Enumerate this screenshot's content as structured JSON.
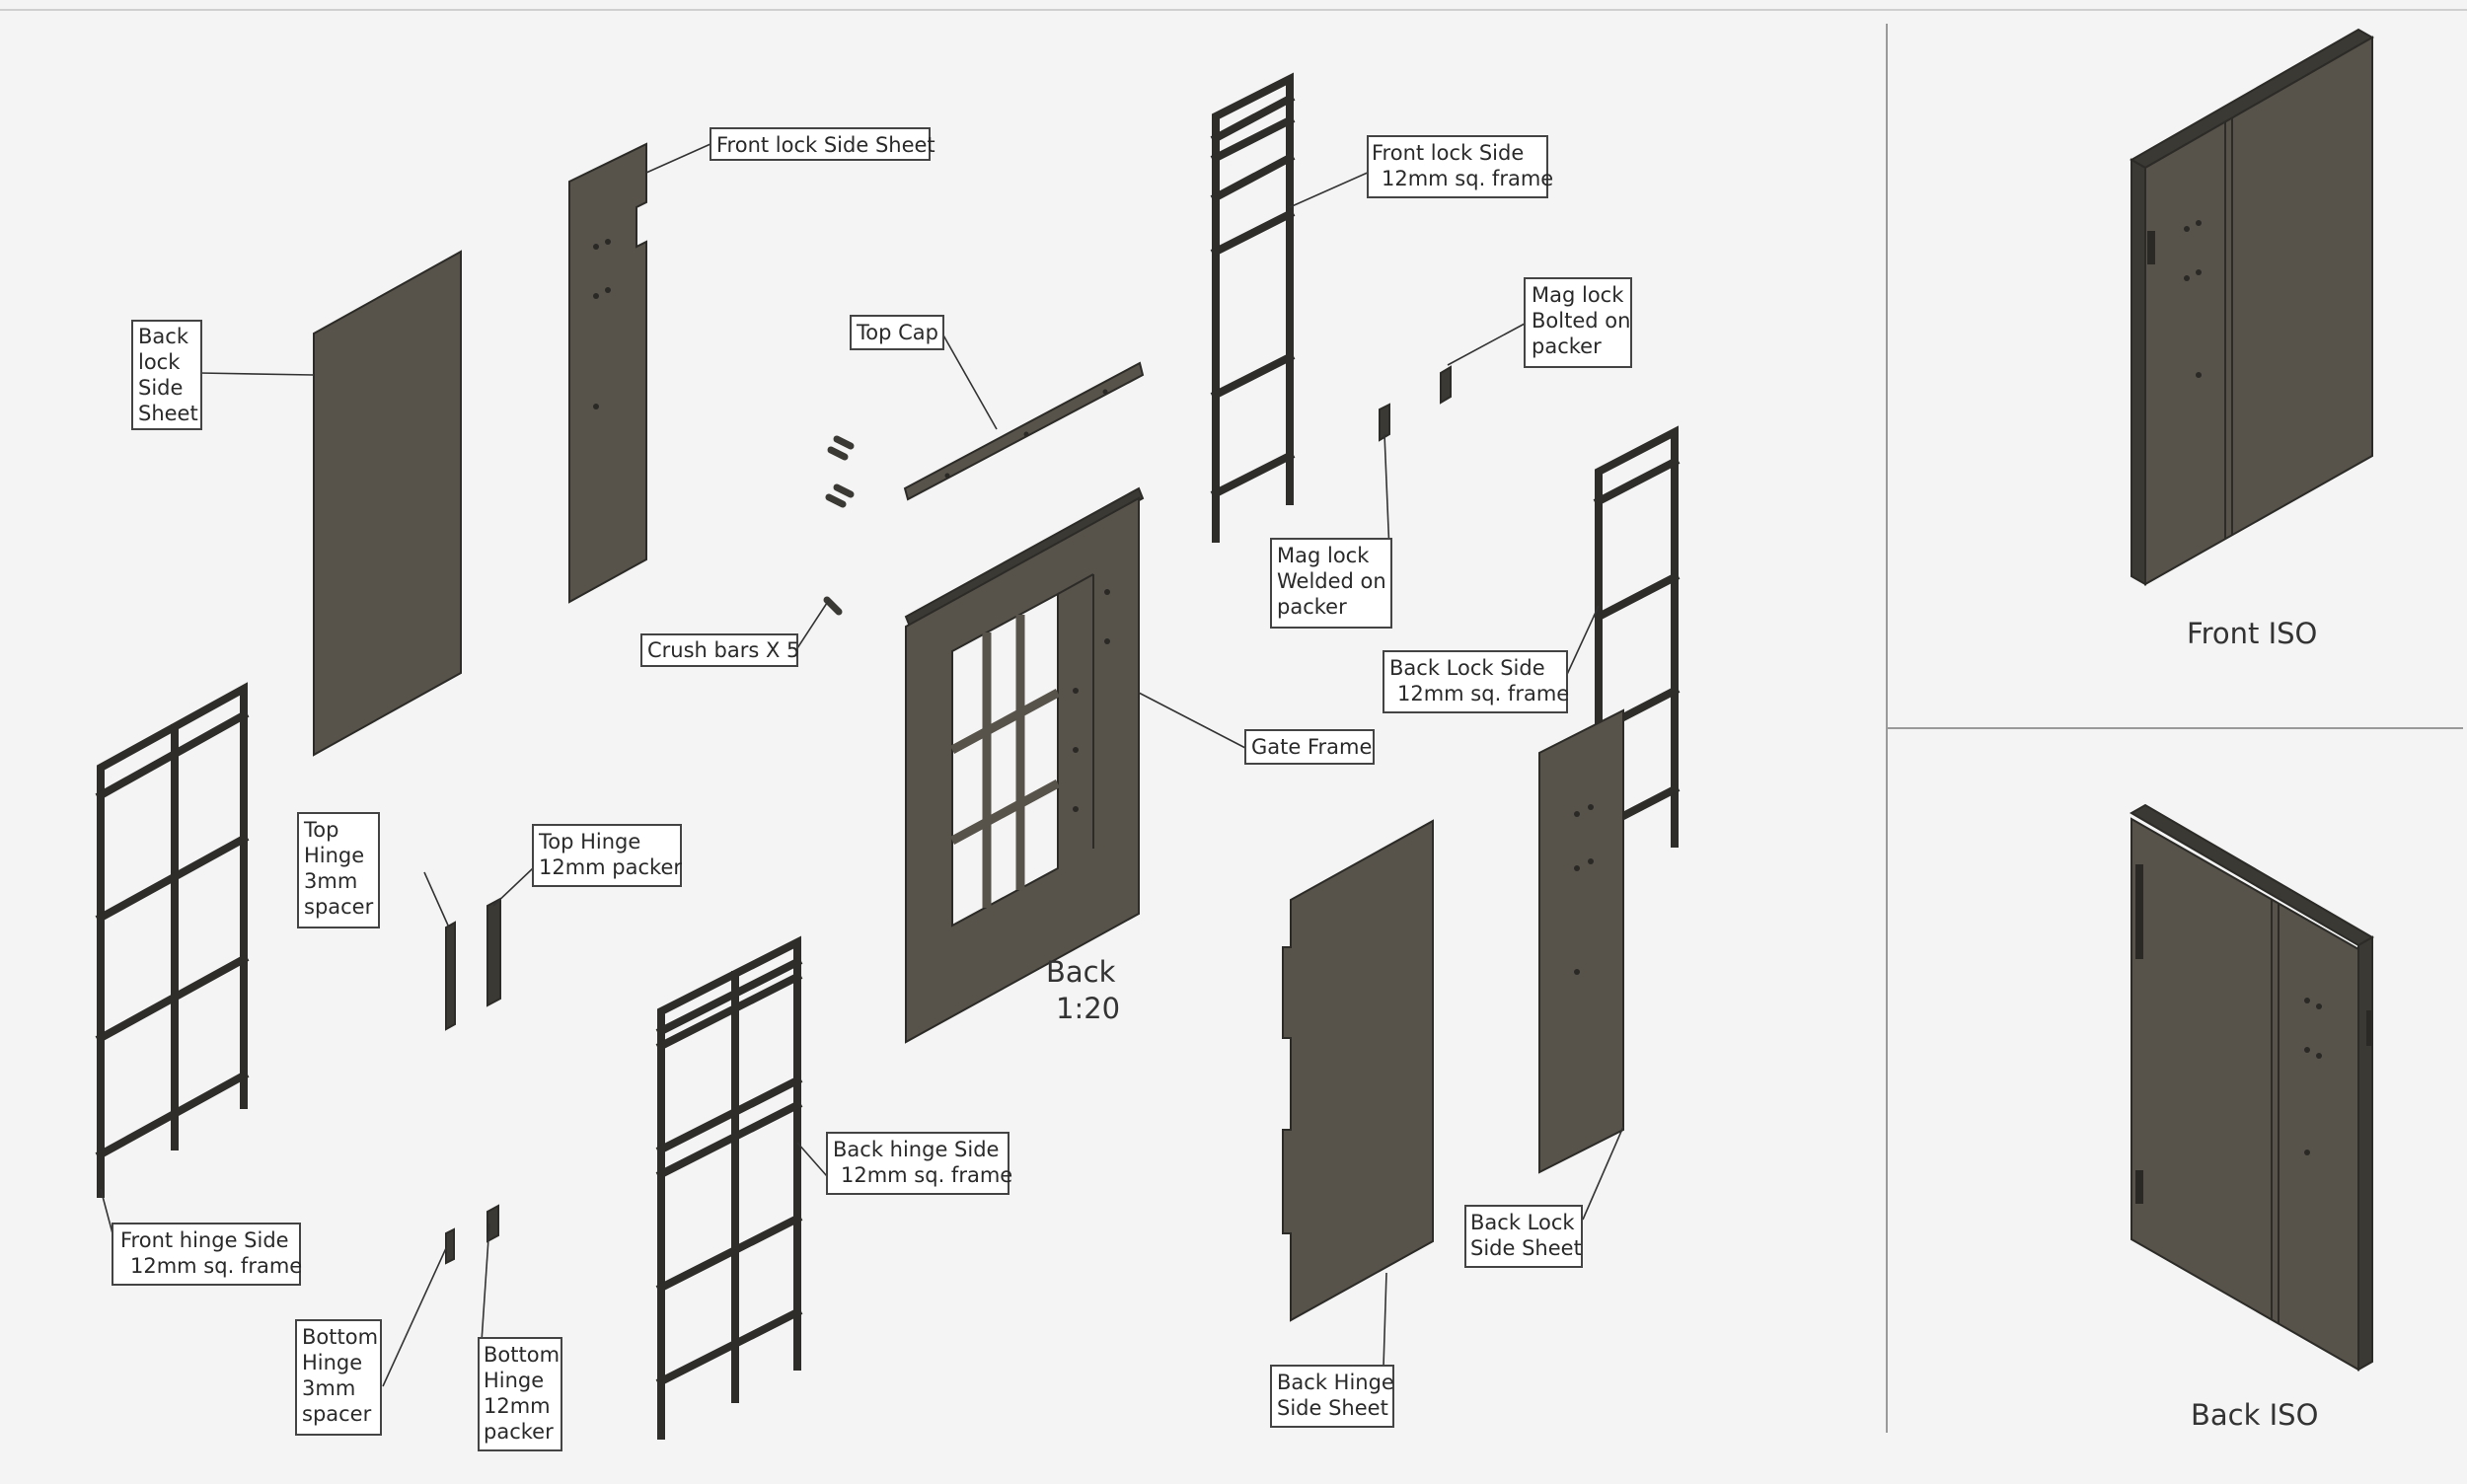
{
  "callouts": {
    "front_lock_side_sheet": [
      "Front lock Side Sheet"
    ],
    "back_lock_side_sheet": [
      "Back",
      "lock",
      "Side",
      "Sheet"
    ],
    "top_cap": [
      "Top Cap"
    ],
    "front_lock_side_frame": [
      "Front lock Side",
      "12mm sq. frame"
    ],
    "mag_lock_bolted": [
      "Mag lock",
      "Bolted on",
      "packer"
    ],
    "mag_lock_welded": [
      "Mag lock",
      "Welded on",
      "packer"
    ],
    "crush_bars": [
      "Crush bars X 5"
    ],
    "back_lock_side_frame": [
      "Back Lock Side",
      "12mm sq. frame"
    ],
    "gate_frame": [
      "Gate Frame"
    ],
    "top_hinge_spacer": [
      "Top",
      "Hinge",
      "3mm",
      "spacer"
    ],
    "top_hinge_packer": [
      "Top Hinge",
      "12mm packer"
    ],
    "back_hinge_side_frame": [
      "Back hinge Side",
      "12mm sq. frame"
    ],
    "front_hinge_side_frame": [
      "Front hinge Side",
      "12mm sq. frame"
    ],
    "bottom_hinge_spacer": [
      "Bottom",
      "Hinge",
      "3mm",
      "spacer"
    ],
    "bottom_hinge_packer": [
      "Bottom",
      "Hinge",
      "12mm",
      "packer"
    ],
    "back_lock_side_sheet_2": [
      "Back Lock",
      "Side Sheet"
    ],
    "back_hinge_side_sheet": [
      "Back Hinge",
      "Side Sheet"
    ]
  },
  "view_labels": {
    "back_view": "Back",
    "back_scale": "1:20",
    "front_iso": "Front ISO",
    "back_iso": "Back ISO"
  },
  "colors": {
    "steel": "#57534a",
    "background": "#f4f4f4"
  }
}
